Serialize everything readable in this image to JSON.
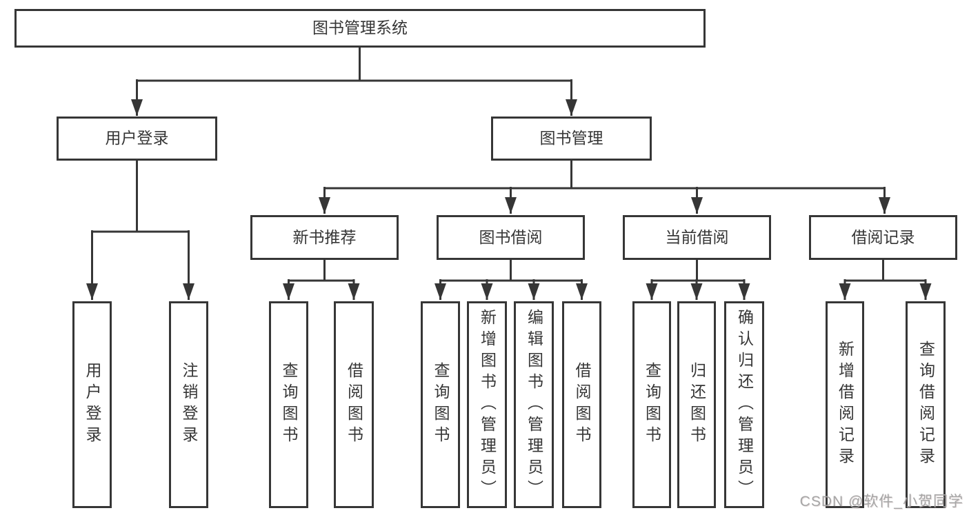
{
  "colors": {
    "line": "#363636",
    "box_border": "#363636",
    "text": "#363636",
    "watermark": "#a6a6a6",
    "background": "#ffffff"
  },
  "watermark": {
    "text": "CSDN @软件_小贺同学"
  },
  "tree": {
    "root": {
      "label": "图书管理系统",
      "children": [
        {
          "label": "用户登录",
          "children": [
            {
              "label": "用户登录"
            },
            {
              "label": "注销登录"
            }
          ]
        },
        {
          "label": "图书管理",
          "children": [
            {
              "label": "新书推荐",
              "children": [
                {
                  "label": "查询图书"
                },
                {
                  "label": "借阅图书"
                }
              ]
            },
            {
              "label": "图书借阅",
              "children": [
                {
                  "label": "查询图书"
                },
                {
                  "label": "新增图书（管理员）"
                },
                {
                  "label": "编辑图书（管理员）"
                },
                {
                  "label": "借阅图书"
                }
              ]
            },
            {
              "label": "当前借阅",
              "children": [
                {
                  "label": "查询图书"
                },
                {
                  "label": "归还图书"
                },
                {
                  "label": "确认归还（管理员）"
                }
              ]
            },
            {
              "label": "借阅记录",
              "children": [
                {
                  "label": "新增借阅记录"
                },
                {
                  "label": "查询借阅记录"
                }
              ]
            }
          ]
        }
      ]
    }
  }
}
